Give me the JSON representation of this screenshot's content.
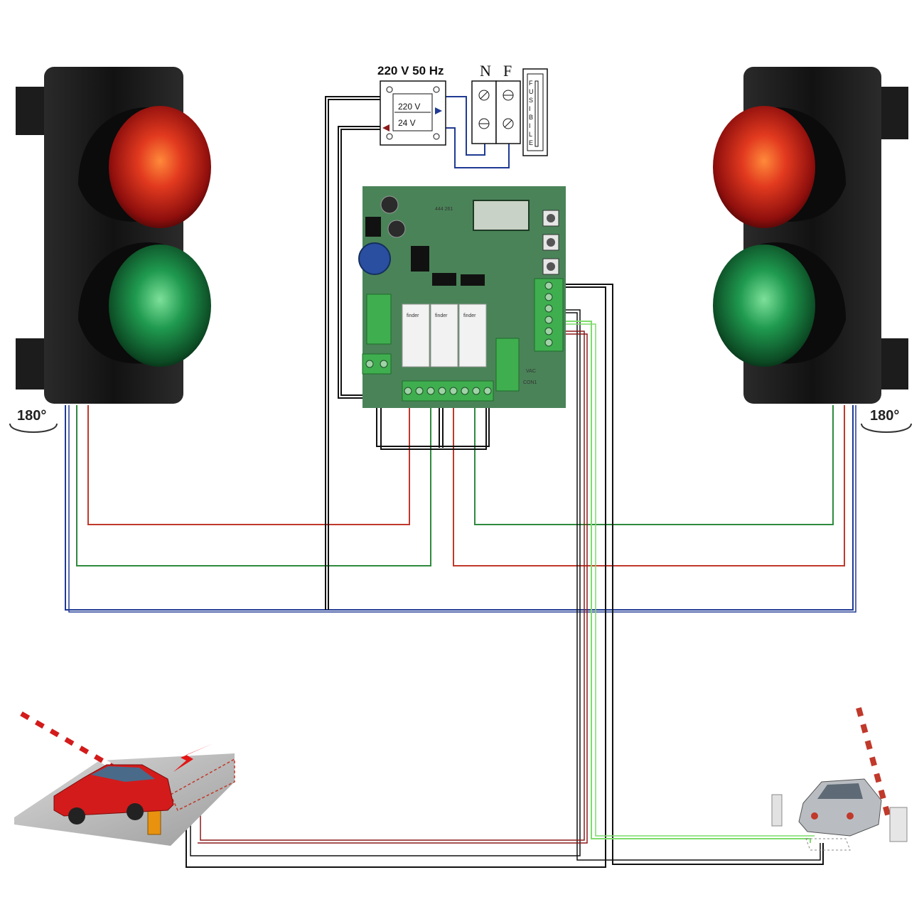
{
  "power_supply": {
    "label": "220 V 50 Hz"
  },
  "transformer": {
    "primary": "220 V",
    "secondary": "24 V"
  },
  "terminals": {
    "neutral": "N",
    "phase": "F"
  },
  "fuse": {
    "letters": [
      "F",
      "U",
      "S",
      "I",
      "B",
      "I",
      "L",
      "E"
    ]
  },
  "traffic_lights": {
    "left": {
      "rotation": "180°"
    },
    "right": {
      "rotation": "180°"
    }
  },
  "board": {
    "relay_brand": "finder",
    "display_text": "444 261",
    "connector_labels": [
      "VAC",
      "CON1"
    ]
  },
  "wire_colors": {
    "red": "#c0392b",
    "green": "#2e8b3c",
    "blue": "#1f3a93",
    "black": "#111111",
    "light_green": "#7ddc6a"
  },
  "colors": {
    "board_green": "#4f8a5e",
    "terminal_green": "#3fae4f",
    "lamp_red": "#d9281e",
    "lamp_green": "#1f8f4a",
    "car_red": "#d31b1b",
    "barrier_orange": "#e8920f"
  }
}
